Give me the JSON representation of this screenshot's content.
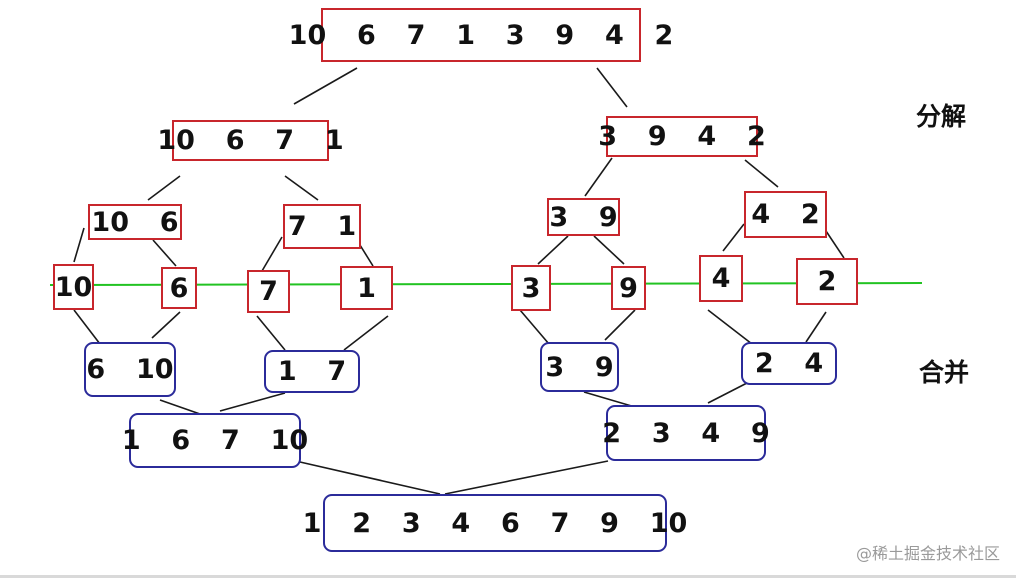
{
  "labels": {
    "decompose": "分解",
    "merge": "合并"
  },
  "split_nodes": {
    "root": "10  6  7  1  3  9  4  2",
    "left": "10  6  7  1",
    "right": "3  9  4  2",
    "ll": "10  6",
    "lr": "7  1",
    "rl": "3  9",
    "rr": "4  2",
    "leaf_10": "10",
    "leaf_6": "6",
    "leaf_7": "7",
    "leaf_1": "1",
    "leaf_3": "3",
    "leaf_9": "9",
    "leaf_4": "4",
    "leaf_2": "2"
  },
  "merge_nodes": {
    "m_6_10": "6  10",
    "m_1_7": "1  7",
    "m_3_9": "3  9",
    "m_2_4": "2  4",
    "m_left": "1  6  7  10",
    "m_right": "2  3  4  9",
    "m_final": "1  2  3  4  6  7  9  10"
  },
  "watermark": "@稀土掘金技术社区",
  "colors": {
    "split_border": "#c8262c",
    "merge_border": "#2b2b9a",
    "divider_line": "#22c322"
  }
}
